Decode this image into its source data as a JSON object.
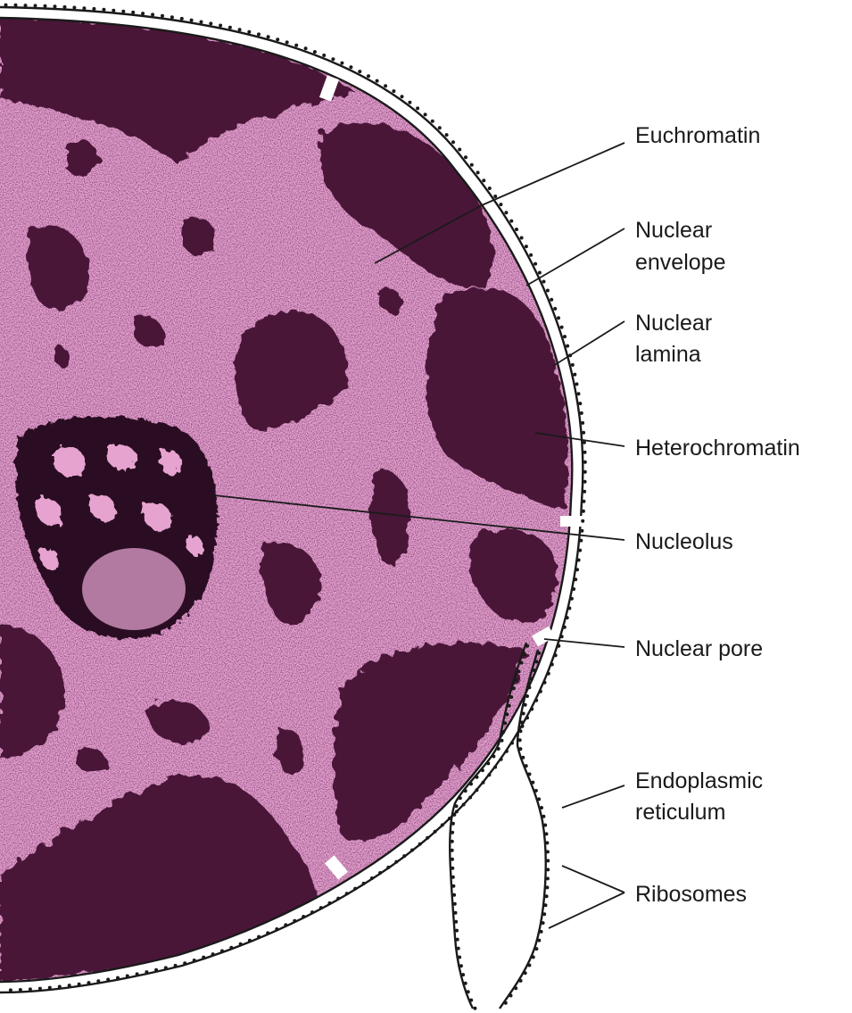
{
  "diagram": {
    "labels": [
      {
        "id": "euchromatin",
        "lines": [
          "Euchromatin"
        ]
      },
      {
        "id": "nuclear-envelope",
        "lines": [
          "Nuclear",
          "envelope"
        ]
      },
      {
        "id": "nuclear-lamina",
        "lines": [
          "Nuclear",
          "lamina"
        ]
      },
      {
        "id": "heterochromatin",
        "lines": [
          "Heterochromatin"
        ]
      },
      {
        "id": "nucleolus",
        "lines": [
          "Nucleolus"
        ]
      },
      {
        "id": "nuclear-pore",
        "lines": [
          "Nuclear pore"
        ]
      },
      {
        "id": "endoplasmic-reticulum",
        "lines": [
          "Endoplasmic",
          "reticulum"
        ]
      },
      {
        "id": "ribosomes",
        "lines": [
          "Ribosomes"
        ]
      }
    ]
  },
  "colors": {
    "nucleoplasm": "#e6a3cf",
    "stipple": "#3a1030",
    "heterochromatin": "#4a1838",
    "heterochromatin_dark": "#2a0a20",
    "nucleolus_core": "#b27aa0",
    "membrane": "#1a1a1a",
    "background": "#ffffff"
  }
}
